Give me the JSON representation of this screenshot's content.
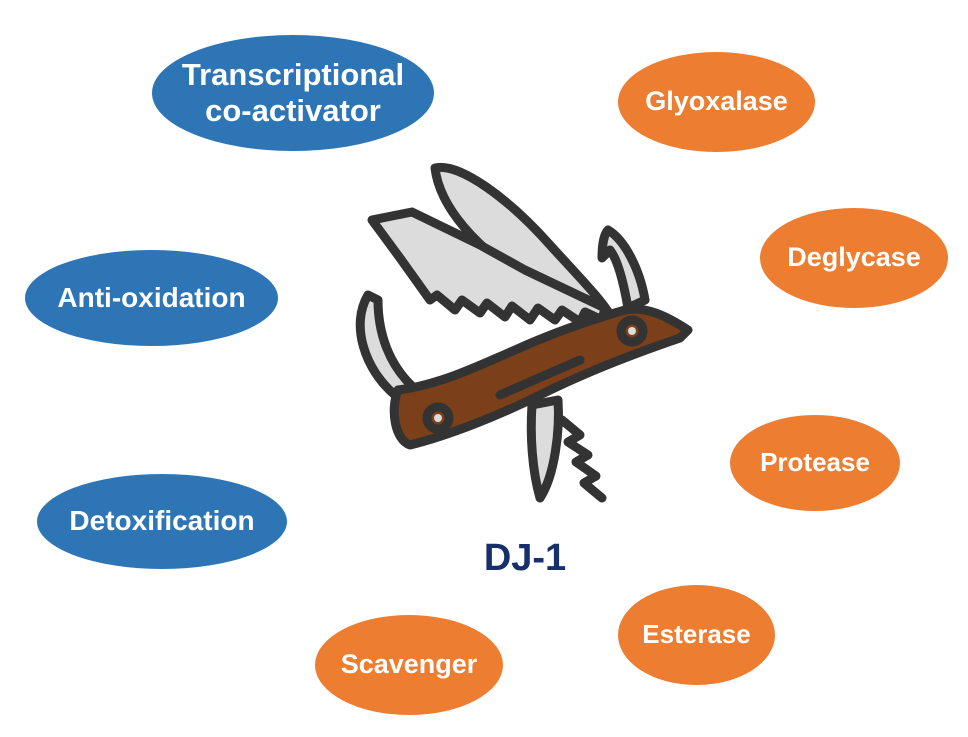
{
  "title": "DJ-1",
  "colors": {
    "blue_bubble": "#2e75b6",
    "orange_bubble": "#ed7d31",
    "title_text": "#17306b",
    "knife_handle": "#7b3f1a",
    "knife_blade": "#dcdcdc",
    "knife_outline": "#333333"
  },
  "center_icon": "swiss-army-knife-icon",
  "functions_blue": [
    {
      "label_line1": "Transcriptional",
      "label_line2": "co-activator"
    },
    {
      "label": "Anti-oxidation"
    },
    {
      "label": "Detoxification"
    }
  ],
  "functions_orange": [
    {
      "label": "Glyoxalase"
    },
    {
      "label": "Deglycase"
    },
    {
      "label": "Protease"
    },
    {
      "label": "Esterase"
    },
    {
      "label": "Scavenger"
    }
  ]
}
